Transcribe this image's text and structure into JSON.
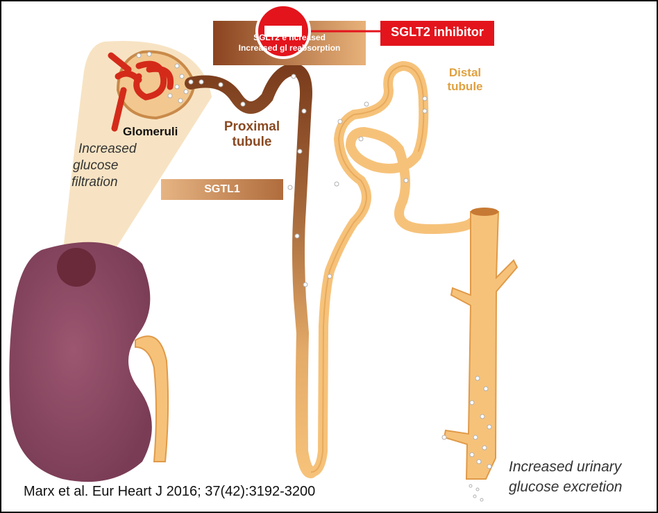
{
  "labels": {
    "glomeruli": "Glomeruli",
    "proximal_tubule": [
      "Proximal",
      "tubule"
    ],
    "distal_tubule": [
      "Distal",
      "tubule"
    ],
    "increased_filtration": [
      "Increased",
      "glucose",
      "filtration"
    ],
    "urinary_excretion": [
      "Increased urinary",
      "glucose excretion"
    ],
    "sglt1": "SGTL1",
    "sglt2_box": [
      "SGLT2 e          ncreased",
      "Increased gl      reabsorption"
    ],
    "inhibitor": "SGLT2 inhibitor",
    "citation": "Marx et al. Eur Heart J 2016; 37(42):3192-3200"
  },
  "colors": {
    "kidney": "#8e4a63",
    "tubule_fill": "#f6c27a",
    "tubule_stroke": "#e09a48",
    "proximal": "#9a5a30",
    "inhibitor_red": "#e3141c",
    "glomeruli_red": "#d42a1a",
    "bubble": "#f7e3c3"
  }
}
